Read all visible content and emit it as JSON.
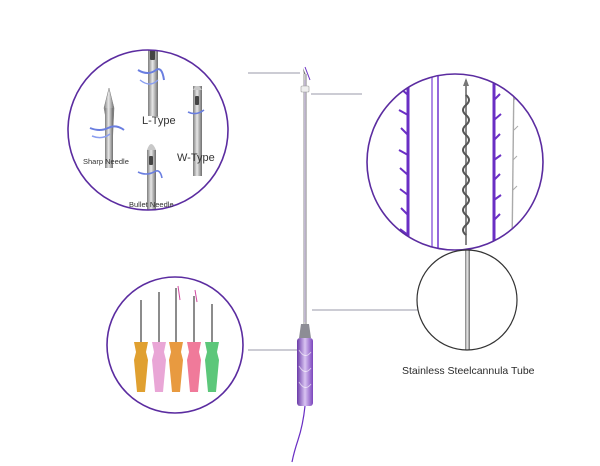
{
  "needle_types": {
    "l_type": "L-Type",
    "w_type": "W-Type",
    "sharp": "Sharp Needle",
    "bullet": "Bullet Needle"
  },
  "cannula_caption": "Stainless Steelcannula Tube",
  "colors": {
    "circle_border": "#5b2ca0",
    "thread_purple": "#6a2fc4",
    "hub_colors": [
      "#e0a030",
      "#e9a6d6",
      "#e89a40",
      "#f07a9a",
      "#5cc77a"
    ],
    "handle_purple": "#a070d8",
    "pointer_line": "#9a9aa8"
  }
}
